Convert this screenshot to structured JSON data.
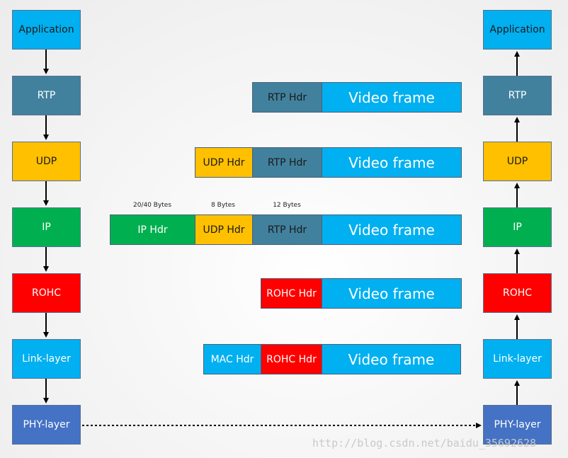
{
  "colors": {
    "application": "#00b0f0",
    "rtp": "#41819d",
    "udp": "#ffc000",
    "ip": "#00b050",
    "rohc": "#ff0000",
    "link": "#00b0f0",
    "phy": "#4472c4",
    "video": "#00b0f0",
    "mac": "#00b0f0"
  },
  "left_stack": [
    "Application",
    "RTP",
    "UDP",
    "IP",
    "ROHC",
    "Link-layer",
    "PHY-layer"
  ],
  "right_stack": [
    "Application",
    "RTP",
    "UDP",
    "IP",
    "ROHC",
    "Link-layer",
    "PHY-layer"
  ],
  "packets": {
    "rtp": [
      "RTP Hdr",
      "Video frame"
    ],
    "udp": [
      "UDP Hdr",
      "RTP Hdr",
      "Video frame"
    ],
    "ip": [
      "IP Hdr",
      "UDP Hdr",
      "RTP Hdr",
      "Video frame"
    ],
    "rohc": [
      "ROHC Hdr",
      "Video frame"
    ],
    "mac": [
      "MAC Hdr",
      "ROHC Hdr",
      "Video frame"
    ]
  },
  "header_sizes": [
    "20/40 Bytes",
    "8 Bytes",
    "12 Bytes"
  ],
  "watermark": "http://blog.csdn.net/baidu_35692628"
}
